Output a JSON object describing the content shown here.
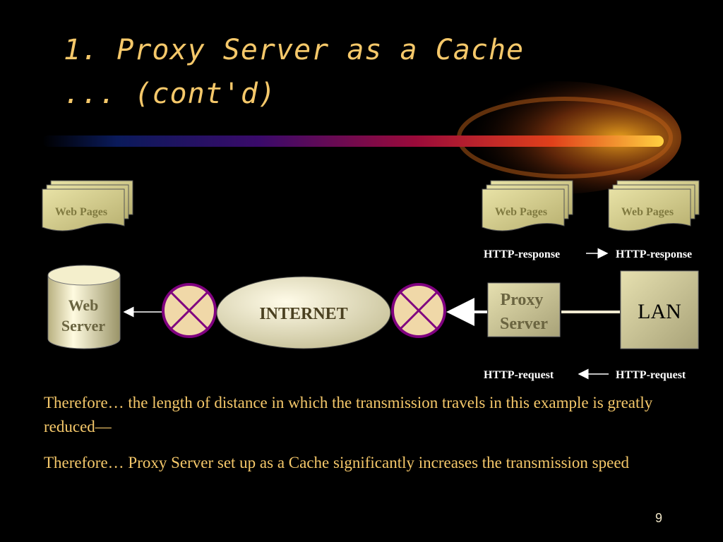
{
  "slide": {
    "title_line1": "1. Proxy Server as a Cache",
    "title_line2": "... (cont'd)",
    "page_number": "9"
  },
  "diagram": {
    "web_pages_label": "Web Pages",
    "web_server_line1": "Web",
    "web_server_line2": "Server",
    "internet_label": "INTERNET",
    "proxy_line1": "Proxy",
    "proxy_line2": "Server",
    "lan_label": "LAN",
    "http_response": "HTTP-response",
    "http_request": "HTTP-request"
  },
  "captions": [
    "Therefore… the length of distance in which the transmission travels in this example is greatly reduced—",
    "Therefore… Proxy Server set up as a Cache significantly increases the transmission speed"
  ]
}
